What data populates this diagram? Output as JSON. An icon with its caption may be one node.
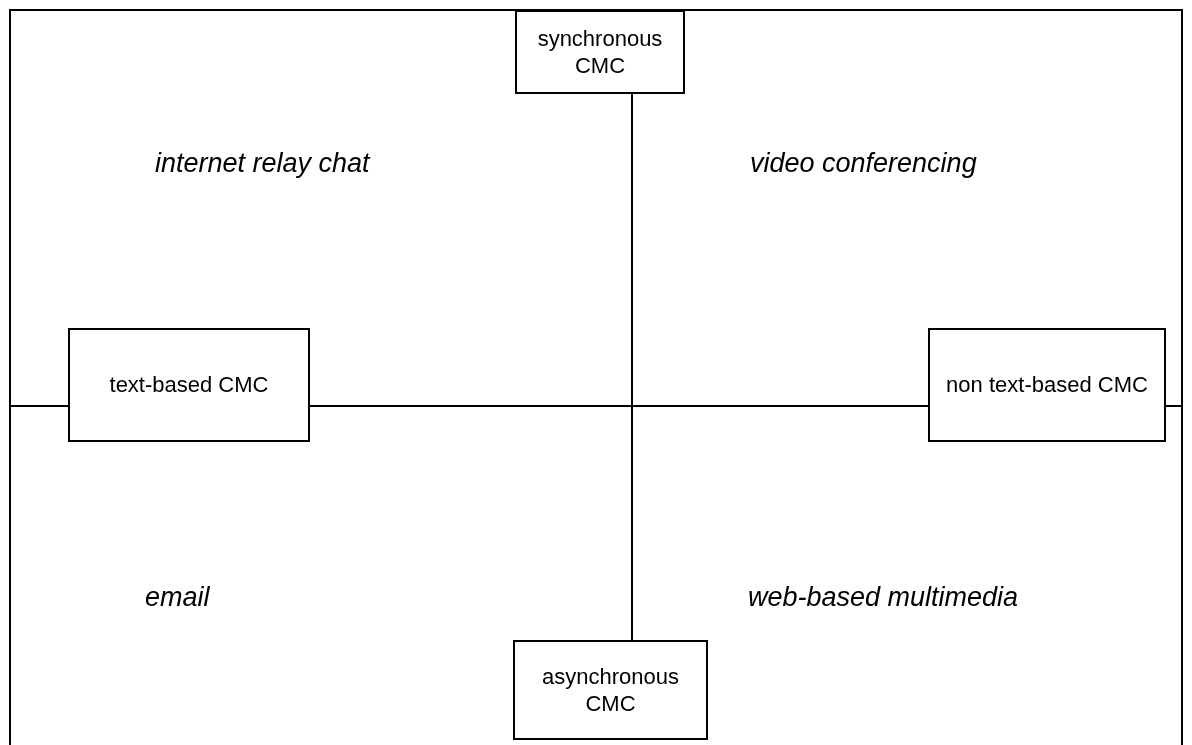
{
  "diagram": {
    "nodes": [
      {
        "text": [
          "synchronous CMC"
        ]
      },
      {
        "text": [
          "text-based CMC"
        ]
      },
      {
        "text": [
          "non text-based CMC"
        ]
      },
      {
        "text": [
          "asynchronous CMC"
        ]
      }
    ],
    "edges": [
      {
        "from": 0,
        "to": 3,
        "arrow": "none"
      },
      {
        "from": 1,
        "to": 2,
        "arrow": "none"
      },
      {
        "from": null,
        "to": 1,
        "arrow": "none"
      },
      {
        "from": 2,
        "to": null,
        "arrow": "none"
      }
    ],
    "labels": [
      "internet relay chat",
      "video conferencing",
      "email",
      "web-based multimedia"
    ]
  }
}
